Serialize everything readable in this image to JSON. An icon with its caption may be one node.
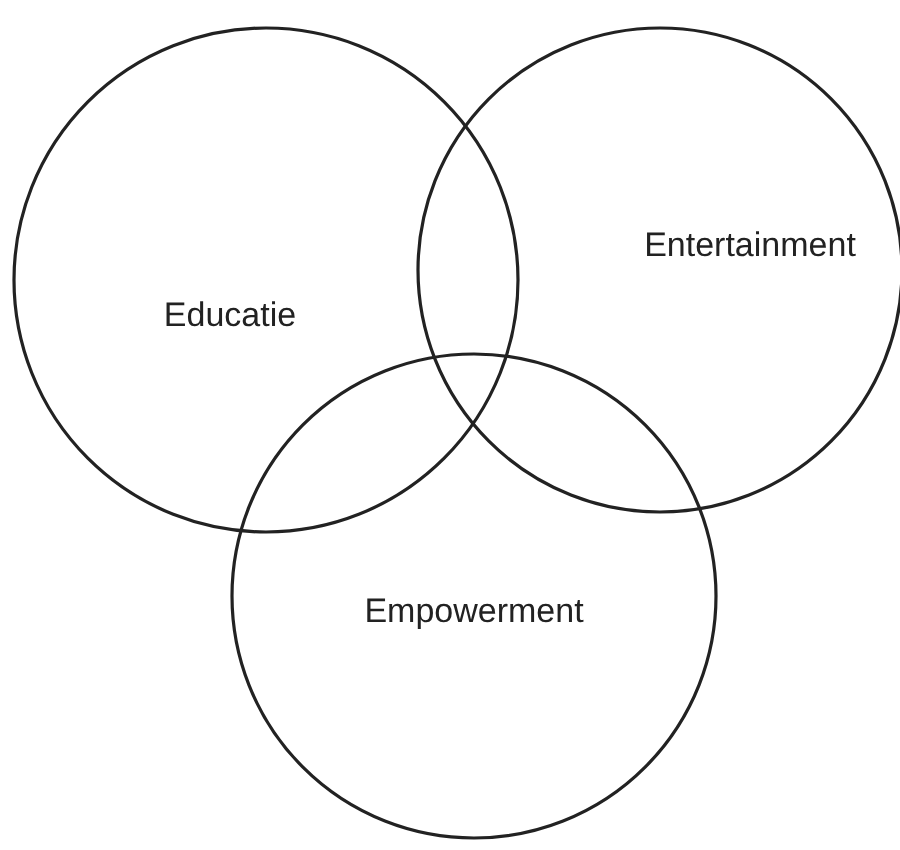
{
  "diagram": {
    "nodes": [
      {
        "text": [
          "Educatie"
        ]
      },
      {
        "text": [
          "Entertainment"
        ]
      },
      {
        "text": [
          "Empowerment"
        ]
      }
    ]
  }
}
